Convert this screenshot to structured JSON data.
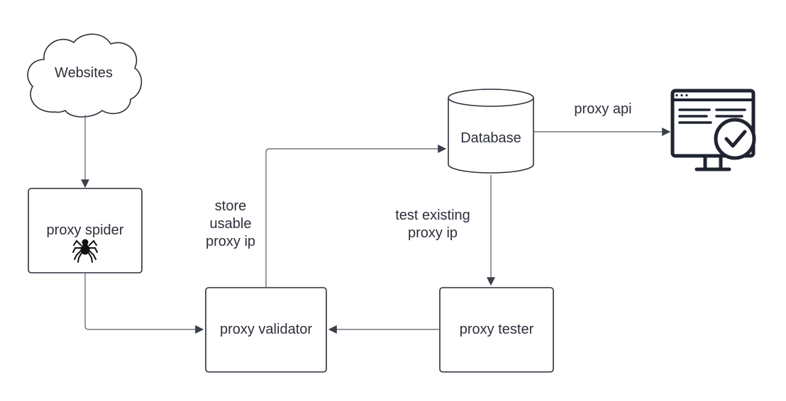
{
  "nodes": {
    "websites": {
      "label": "Websites"
    },
    "proxy_spider": {
      "label": "proxy spider",
      "icon": "spider-icon"
    },
    "proxy_validator": {
      "label": "proxy validator"
    },
    "database": {
      "label": "Database"
    },
    "proxy_tester": {
      "label": "proxy tester"
    },
    "api_client": {
      "icon": "monitor-check-icon"
    }
  },
  "edges": {
    "store": {
      "lines": [
        "store",
        "usable",
        "proxy ip"
      ]
    },
    "test": {
      "lines": [
        "test existing",
        "proxy ip"
      ]
    },
    "api": {
      "label": "proxy api"
    }
  },
  "colors": {
    "stroke": "#2b2f3a",
    "connector": "#555a66",
    "fill": "#ffffff"
  }
}
